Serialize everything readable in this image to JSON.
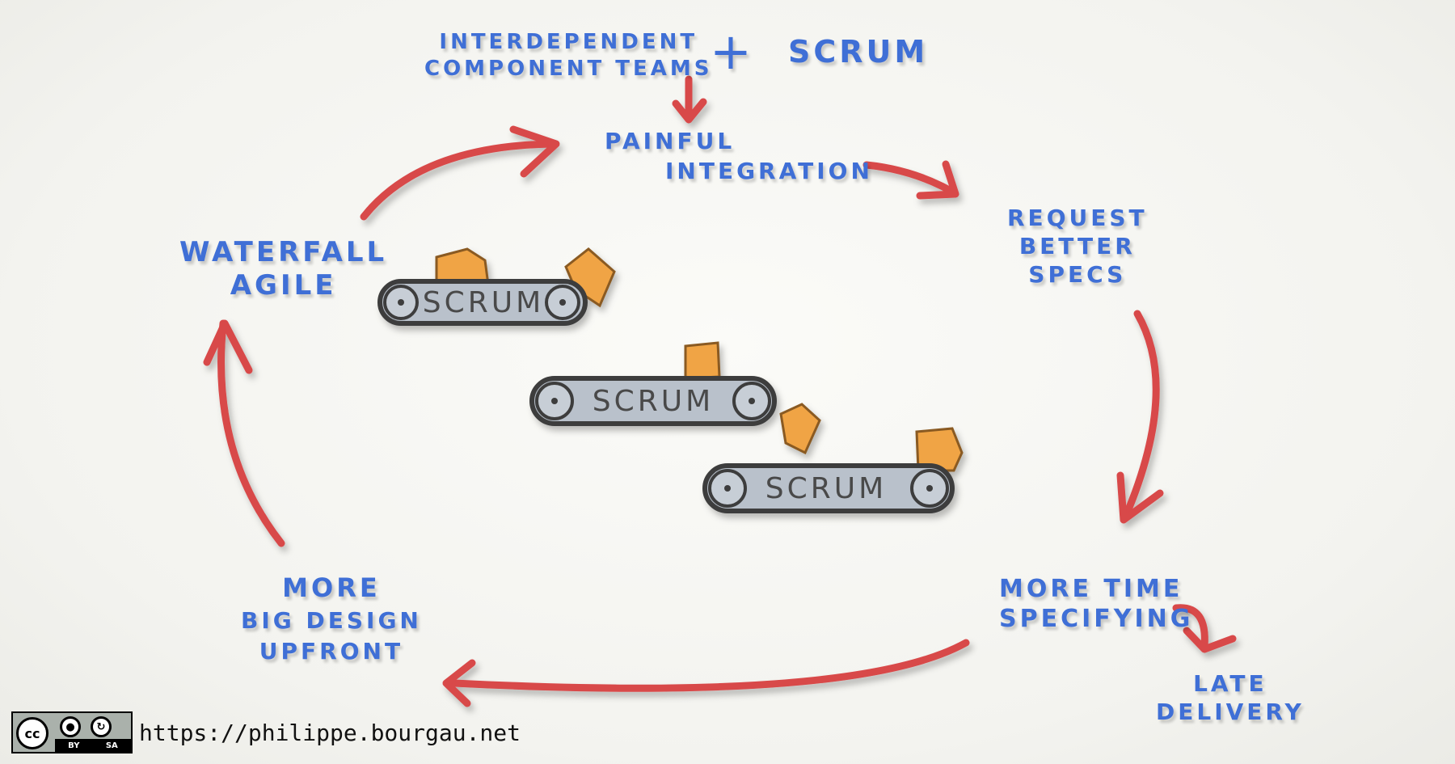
{
  "labels": {
    "interdependent": "INTERDEPENDENT",
    "component_teams": "COMPONENT TEAMS",
    "plus": "+",
    "scrum_top": "SCRUM",
    "painful": "PAINFUL",
    "integration": "INTEGRATION",
    "request": "REQUEST",
    "better": "BETTER",
    "specs": "SPECS",
    "more_time": "MORE TIME",
    "specifying": "SPECIFYING",
    "late": "LATE",
    "delivery": "DELIVERY",
    "more": "MORE",
    "big_design": "BIG DESIGN",
    "upfront": "UPFRONT",
    "waterfall": "WATERFALL",
    "agile": "AGILE"
  },
  "belts": [
    {
      "label": "SCRUM"
    },
    {
      "label": "SCRUM"
    },
    {
      "label": "SCRUM"
    }
  ],
  "license": {
    "cc": "cc",
    "by": "BY",
    "sa": "SA",
    "url": "https://philippe.bourgau.net"
  },
  "colors": {
    "text": "#3f6fd6",
    "arrow": "#d8484a",
    "box": "#f0a444",
    "belt": "#b9c1cb"
  },
  "icons": [
    "arrow-icon",
    "conveyor-belt-icon",
    "box-icon",
    "creative-commons-icon"
  ]
}
